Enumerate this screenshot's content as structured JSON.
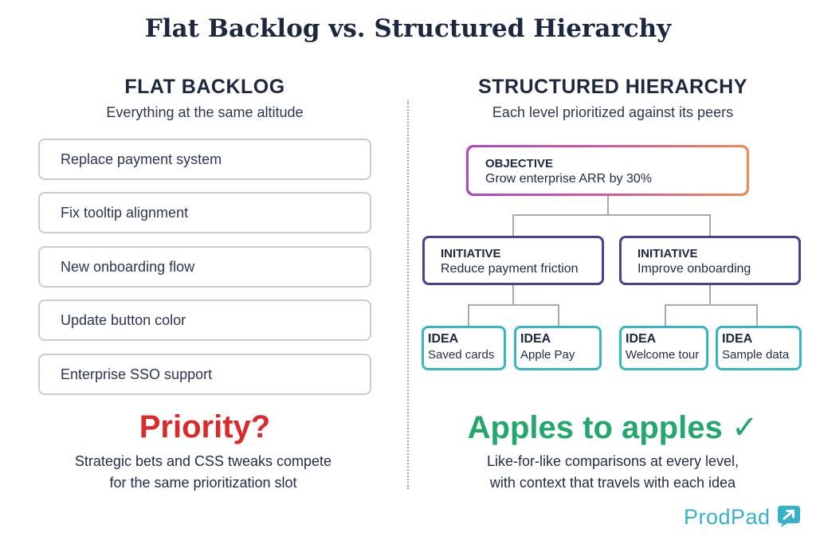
{
  "title": "Flat Backlog vs. Structured Hierarchy",
  "left": {
    "heading": "FLAT BACKLOG",
    "subheading": "Everything at the same altitude",
    "items": [
      "Replace payment system",
      "Fix tooltip alignment",
      "New onboarding flow",
      "Update button color",
      "Enterprise SSO support"
    ],
    "verdict": "Priority?",
    "note_lines": [
      "Strategic bets and CSS tweaks compete",
      "for the same prioritization slot"
    ]
  },
  "right": {
    "heading": "STRUCTURED HIERARCHY",
    "subheading": "Each level prioritized against its peers",
    "objective": {
      "level": "OBJECTIVE",
      "text": "Grow enterprise ARR by 30%"
    },
    "initiatives": [
      {
        "level": "INITIATIVE",
        "text": "Reduce payment friction"
      },
      {
        "level": "INITIATIVE",
        "text": "Improve onboarding"
      }
    ],
    "ideas": [
      {
        "level": "IDEA",
        "text": "Saved cards"
      },
      {
        "level": "IDEA",
        "text": "Apple Pay"
      },
      {
        "level": "IDEA",
        "text": "Welcome tour"
      },
      {
        "level": "IDEA",
        "text": "Sample data"
      }
    ],
    "verdict": "Apples to apples ✓",
    "note_lines": [
      "Like-for-like comparisons at every level,",
      "with context that travels with each idea"
    ]
  },
  "brand": "ProdPad",
  "colors": {
    "priority_red": "#dc2a2a",
    "apples_green": "#22a86b",
    "initiative_border": "#4a3f96",
    "idea_border": "#37b6c4",
    "brand_blue": "#35b2ca"
  }
}
